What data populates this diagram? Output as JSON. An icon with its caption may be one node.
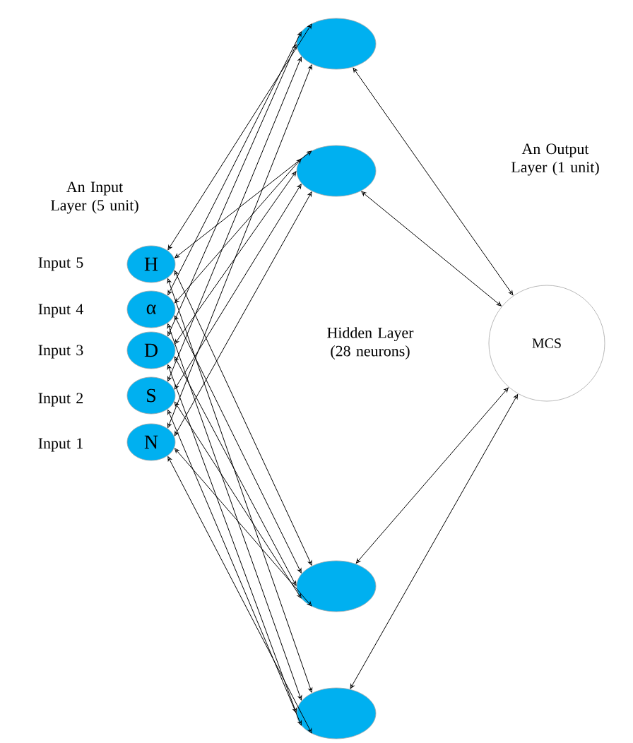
{
  "diagram": {
    "nodes": [
      {
        "text": [
          "H"
        ]
      },
      {
        "text": [
          "α"
        ]
      },
      {
        "text": [
          "D"
        ]
      },
      {
        "text": [
          "S"
        ]
      },
      {
        "text": [
          "N"
        ]
      },
      {
        "text": [],
        "shape": "ellipse"
      },
      {
        "text": [],
        "shape": "ellipse"
      },
      {
        "text": [],
        "shape": "ellipse"
      },
      {
        "text": [],
        "shape": "ellipse"
      },
      {
        "text": [
          "MCS"
        ]
      }
    ],
    "edges": [
      {
        "from": 0,
        "to": 5,
        "arrow": "both"
      },
      {
        "from": 0,
        "to": 6,
        "arrow": "both"
      },
      {
        "from": 0,
        "to": 7,
        "arrow": "both"
      },
      {
        "from": 0,
        "to": 8,
        "arrow": "both"
      },
      {
        "from": 1,
        "to": 5,
        "arrow": "both"
      },
      {
        "from": 1,
        "to": 6,
        "arrow": "both"
      },
      {
        "from": 1,
        "to": 7,
        "arrow": "both"
      },
      {
        "from": 1,
        "to": 8,
        "arrow": "both"
      },
      {
        "from": 2,
        "to": 5,
        "arrow": "both"
      },
      {
        "from": 2,
        "to": 6,
        "arrow": "both"
      },
      {
        "from": 2,
        "to": 7,
        "arrow": "both"
      },
      {
        "from": 2,
        "to": 8,
        "arrow": "both"
      },
      {
        "from": 3,
        "to": 5,
        "arrow": "both"
      },
      {
        "from": 3,
        "to": 6,
        "arrow": "both"
      },
      {
        "from": 3,
        "to": 7,
        "arrow": "both"
      },
      {
        "from": 3,
        "to": 8,
        "arrow": "both"
      },
      {
        "from": 4,
        "to": 5,
        "arrow": "both"
      },
      {
        "from": 4,
        "to": 6,
        "arrow": "both"
      },
      {
        "from": 4,
        "to": 7,
        "arrow": "both"
      },
      {
        "from": 4,
        "to": 8,
        "arrow": "both"
      },
      {
        "from": 5,
        "to": 9,
        "arrow": "both"
      },
      {
        "from": 6,
        "to": 9,
        "arrow": "both"
      },
      {
        "from": 7,
        "to": 9,
        "arrow": "both"
      },
      {
        "from": 8,
        "to": 9,
        "arrow": "both"
      }
    ],
    "labels": [
      "An Output Layer (1 unit)",
      "An Input Layer (5 unit)",
      "Input 5",
      "Input 4",
      "Input 3",
      "Input 2",
      "Input 1",
      "Hidden Layer (28 neurons)"
    ]
  }
}
